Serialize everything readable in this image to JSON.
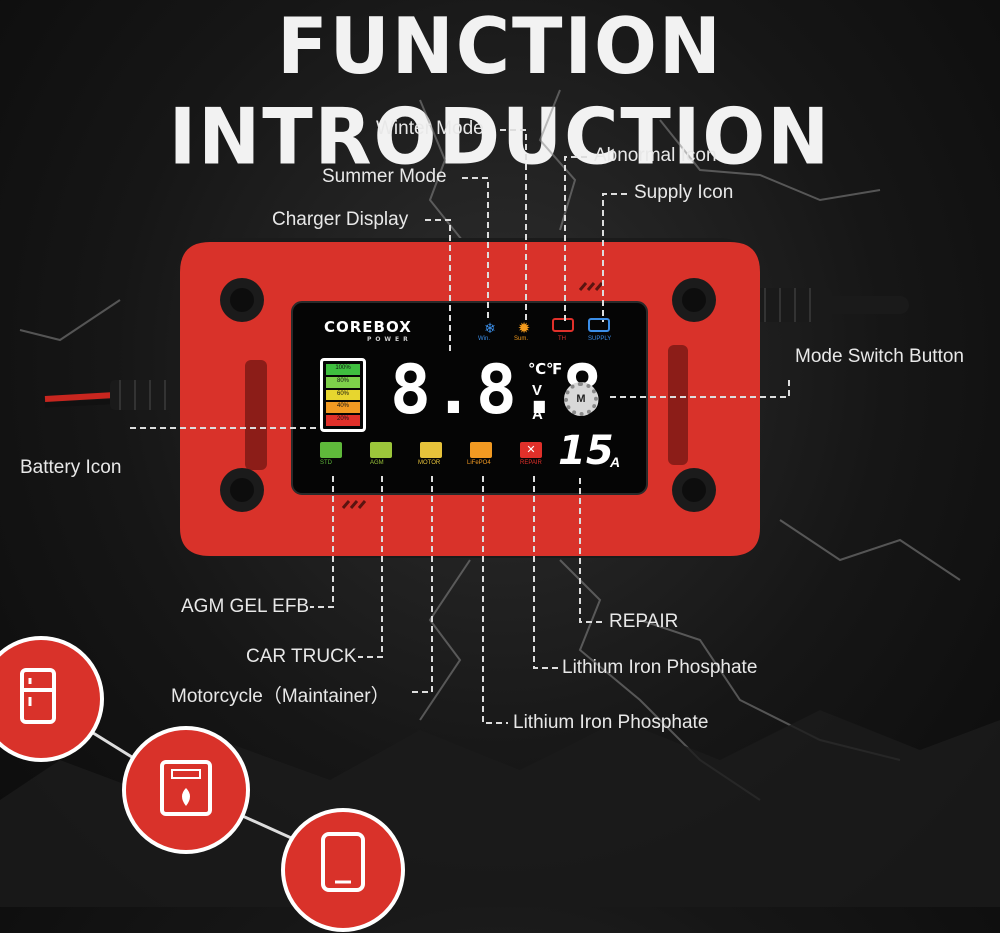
{
  "title": "FUNCTION INTRODUCTION",
  "device": {
    "brand": "COREBOX",
    "brand_sub": "POWER",
    "digits": "8.8.8",
    "units": {
      "celsius": "℃",
      "fahrenheit": "℉",
      "volt": "V",
      "amp": "A"
    },
    "battery_levels": [
      "100%",
      "80%",
      "60%",
      "40%",
      "20%"
    ],
    "mode_icons": [
      "Win.",
      "Sum.",
      "TH",
      "SUPPLY"
    ],
    "battery_types": [
      "STD",
      "AGM",
      "MOTOR",
      "LiFePO4",
      "REPAIR"
    ],
    "current_value": "15",
    "current_unit": "A",
    "mode_button_letter": "M"
  },
  "callouts": {
    "winter_mode": "Winter Mode",
    "summer_mode": "Summer Mode",
    "charger_display": "Charger Display",
    "abnormal_icon": "Abnormal Icon",
    "supply_icon": "Supply Icon",
    "mode_switch_button": "Mode Switch Button",
    "battery_icon": "Battery Icon",
    "agm_gel_efb": "AGM GEL EFB",
    "car_truck": "CAR TRUCK",
    "motorcycle": "Motorcycle（Maintainer）",
    "repair": "REPAIR",
    "lithium_1": "Lithium Iron Phosphate",
    "lithium_2": "Lithium Iron Phosphate"
  },
  "colors": {
    "body_red": "#d9322a",
    "lcd_bg": "#050505",
    "accent_red": "#e0302a"
  },
  "feature_icons": [
    "refrigerator-icon",
    "microwave-icon",
    "tablet-icon"
  ]
}
